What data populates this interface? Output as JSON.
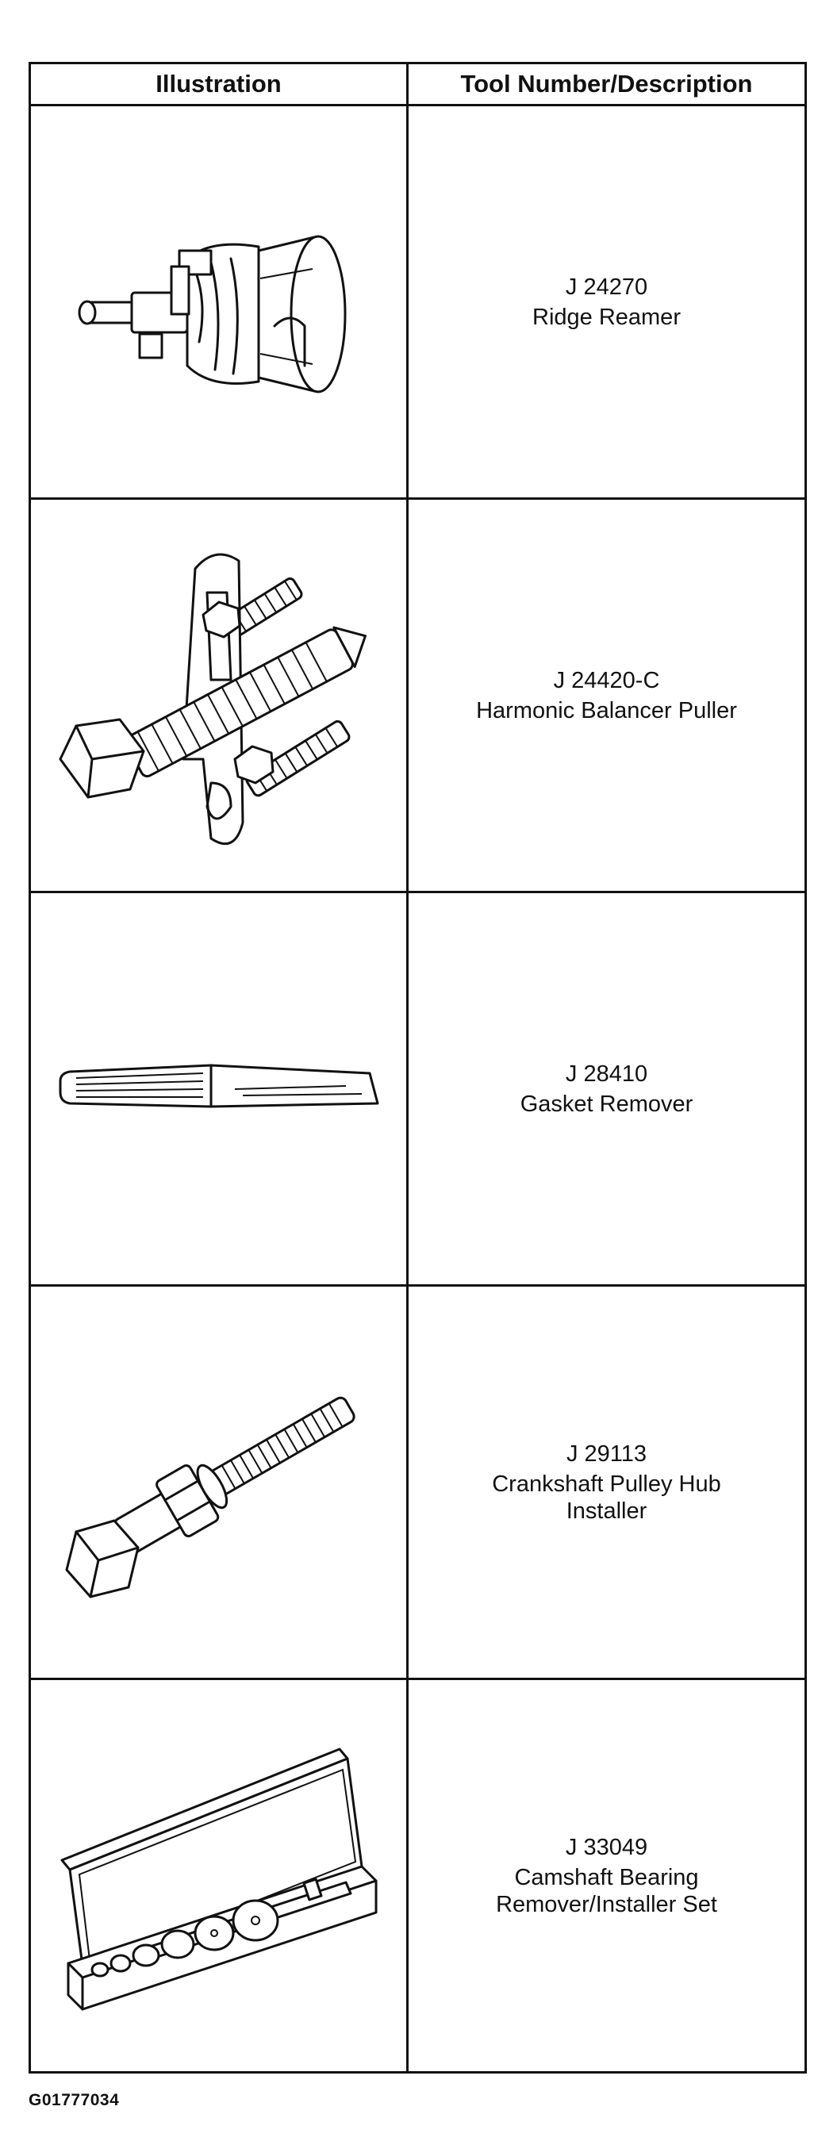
{
  "table": {
    "headers": {
      "illustration": "Illustration",
      "description": "Tool Number/Description"
    },
    "rows": [
      {
        "number": "J 24270",
        "name": "Ridge Reamer",
        "icon": "ridge-reamer-icon"
      },
      {
        "number": "J 24420-C",
        "name": "Harmonic Balancer Puller",
        "icon": "harmonic-balancer-puller-icon"
      },
      {
        "number": "J 28410",
        "name": "Gasket Remover",
        "icon": "gasket-remover-icon"
      },
      {
        "number": "J 29113",
        "name": "Crankshaft Pulley Hub\nInstaller",
        "icon": "crankshaft-pulley-hub-installer-icon"
      },
      {
        "number": "J 33049",
        "name": "Camshaft Bearing\nRemover/Installer Set",
        "icon": "camshaft-bearing-set-icon"
      }
    ]
  },
  "figure_code": "G01777034"
}
